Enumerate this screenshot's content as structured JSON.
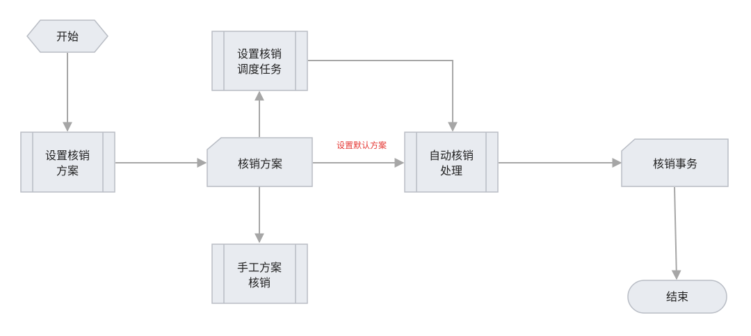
{
  "colors": {
    "node_fill": "#e8ebf0",
    "node_stroke": "#b8bcc4",
    "edge": "#a6a6a6",
    "text": "#222222",
    "edge_label": "#e53935"
  },
  "nodes": {
    "start": {
      "label": "开始",
      "shape": "hexagon"
    },
    "setup_scheme": {
      "lines": [
        "设置核销",
        "方案"
      ],
      "shape": "predefined-process"
    },
    "setup_schedule": {
      "lines": [
        "设置核销",
        "调度任务"
      ],
      "shape": "predefined-process"
    },
    "scheme": {
      "label": "核销方案",
      "shape": "card"
    },
    "manual": {
      "lines": [
        "手工方案",
        "核销"
      ],
      "shape": "predefined-process"
    },
    "auto": {
      "lines": [
        "自动核销",
        "处理"
      ],
      "shape": "predefined-process"
    },
    "transaction": {
      "label": "核销事务",
      "shape": "card"
    },
    "end": {
      "label": "结束",
      "shape": "terminator"
    }
  },
  "edges": {
    "scheme_to_auto_label": "设置默认方案"
  }
}
